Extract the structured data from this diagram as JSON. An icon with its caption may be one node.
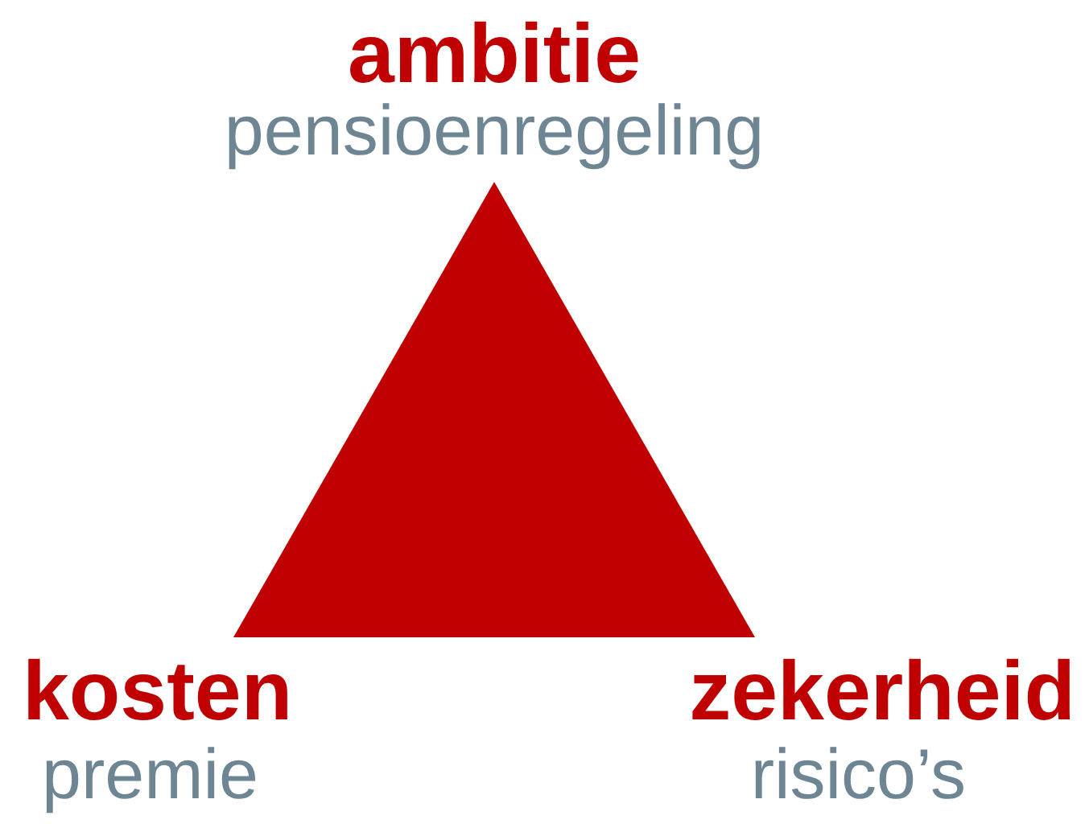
{
  "diagram": {
    "nodes": [
      {
        "text": [],
        "shape": "triangle"
      }
    ],
    "labels": [
      "ambitie",
      "pensioenregeling",
      "kosten",
      "premie",
      "zekerheid",
      "risico’s"
    ]
  }
}
